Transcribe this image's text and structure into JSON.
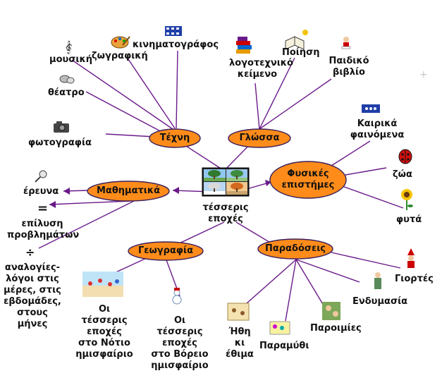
{
  "colors": {
    "node_fill": "#ff8c1a",
    "node_stroke": "#3a1f5c",
    "line": "#6a1a8a"
  },
  "center": {
    "label_line1": "τέσσερις",
    "label_line2": "εποχές"
  },
  "nodes": {
    "texni": "Τέχνη",
    "glossa": "Γλώσσα",
    "mathimatika": "Μαθηματικά",
    "fysikes_line1": "Φυσικές",
    "fysikes_line2": "επιστήμες",
    "geografia": "Γεωγραφία",
    "paradoseis": "Παραδόσεις"
  },
  "leaves": {
    "mousiki": "μουσική",
    "zografiki": "ζωγραφική",
    "kinimatografos": "κινηματογράφος",
    "theatro": "θέατρο",
    "fotografia": "φωτογραφία",
    "logotexniko_line1": "λογοτεχνικό",
    "logotexniko_line2": "κείμενο",
    "poiisi": "Ποίηση",
    "paidiko_line1": "Παιδικό",
    "paidiko_line2": "βιβλίο",
    "kairika_line1": "Καιρικά",
    "kairika_line2": "φαινόμενα",
    "zoa": "ζώα",
    "fyta": "φυτά",
    "erevna": "έρευνα",
    "epilysi_line1": "επίλυση",
    "epilysi_line2": "προβλημάτων",
    "equals_symbol": "=",
    "divide_symbol": "÷",
    "analogies_lines": [
      "αναλογίες-",
      "λόγοι στις",
      "μέρες, στις",
      "εβδομάδες,",
      "στους",
      "μήνες"
    ],
    "notio_lines": [
      "Οι",
      "τέσσερις",
      "εποχές",
      "στο Νότιο",
      "ημισφαίριο"
    ],
    "voreio_lines": [
      "Οι",
      "τέσσερις",
      "εποχές",
      "στο Βόρειο",
      "ημισφαίριο"
    ],
    "ithi_lines": [
      "Ήθη",
      "κι",
      "έθιμα"
    ],
    "paramythi": "Παραμύθι",
    "paroimies": "Παροιμίες",
    "endymasia": "Ενδυμασία",
    "giortes": "Γιορτές"
  },
  "icons": {
    "mousiki": "music-note-icon",
    "zografiki": "palette-icon",
    "kinimatografos": "film-strip-icon",
    "theatro": "theatre-masks-icon",
    "fotografia": "camera-icon",
    "logotexniko": "books-icon",
    "poiisi": "open-book-icon",
    "paidiko": "reading-child-icon",
    "kairika": "weather-icon",
    "zoa": "ladybug-icon",
    "fyta": "sunflower-icon",
    "erevna": "magnifier-icon",
    "notio": "summer-beach-icon",
    "voreio": "snowman-icon",
    "ithi": "traditions-icon",
    "paramythi": "fairytale-icon",
    "paroimies": "proverbs-icon",
    "endymasia": "costume-icon",
    "giortes": "santa-icon",
    "center": "four-seasons-trees-icon"
  }
}
